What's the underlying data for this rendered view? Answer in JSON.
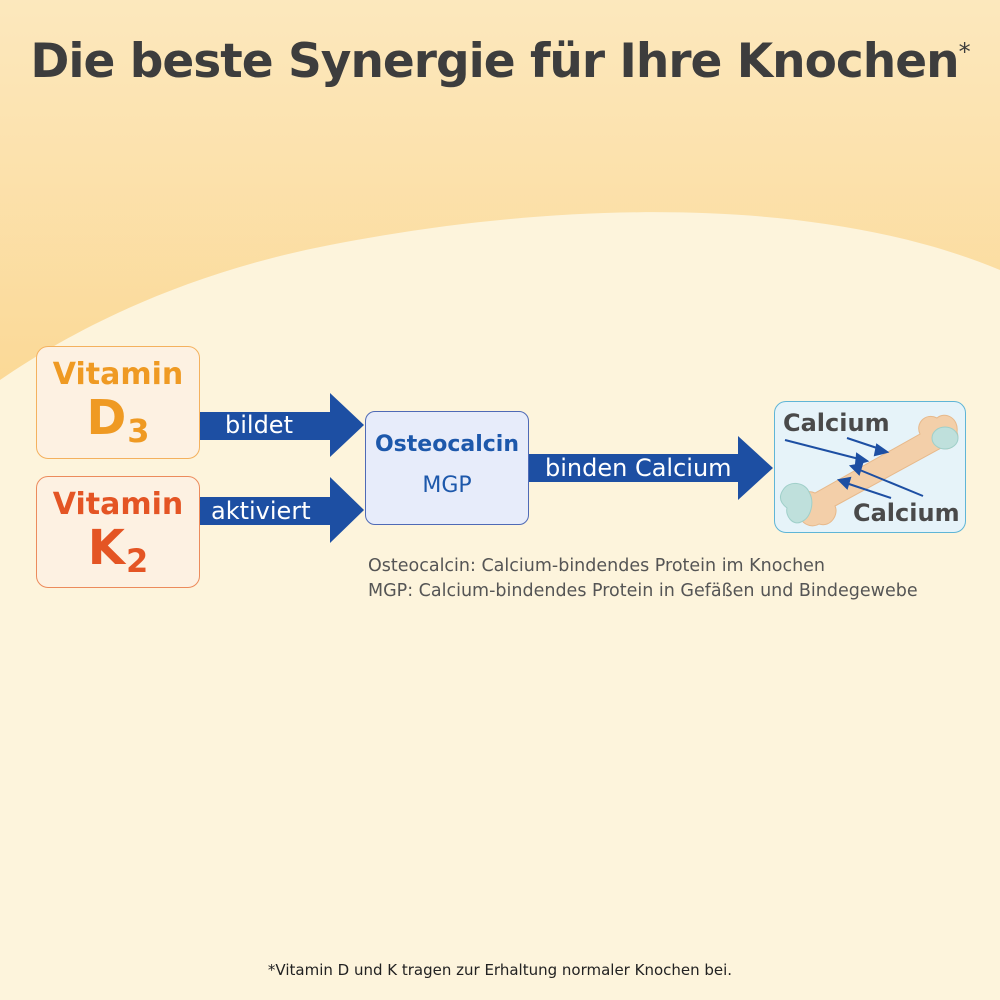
{
  "title": {
    "text": "Die beste Synergie für Ihre Knochen",
    "asterisk": "*"
  },
  "vitamins": [
    {
      "name": "Vitamin",
      "letter": "D",
      "subscript": "3",
      "color": "#ef9a23",
      "border_color": "#f4b15e"
    },
    {
      "name": "Vitamin",
      "letter": "K",
      "subscript": "2",
      "color": "#e45524",
      "border_color": "#ec8b5c"
    }
  ],
  "arrows": {
    "d3_to_proteins": "bildet",
    "k2_to_proteins": "aktiviert",
    "proteins_to_bone": "binden Calcium",
    "color": "#1d4fa3"
  },
  "proteins": {
    "line1": "Osteocalcin",
    "line2": "MGP",
    "color": "#1d58ab"
  },
  "bone": {
    "label_top": "Calcium",
    "label_bottom": "Calcium",
    "bone_color": "#f3cfa9",
    "joint_color": "#bfe0dc"
  },
  "legend": {
    "line1": "Osteocalcin: Calcium-bindendes Protein im Knochen",
    "line2": "MGP: Calcium-bindendes Protein in Gefäßen und Bindegewebe"
  },
  "footnote": "*Vitamin D und K tragen zur Erhaltung normaler Knochen bei.",
  "colors": {
    "background_top": "#fcdfa4",
    "background_bottom": "#fdf4dc",
    "title": "#3d3d3d"
  }
}
